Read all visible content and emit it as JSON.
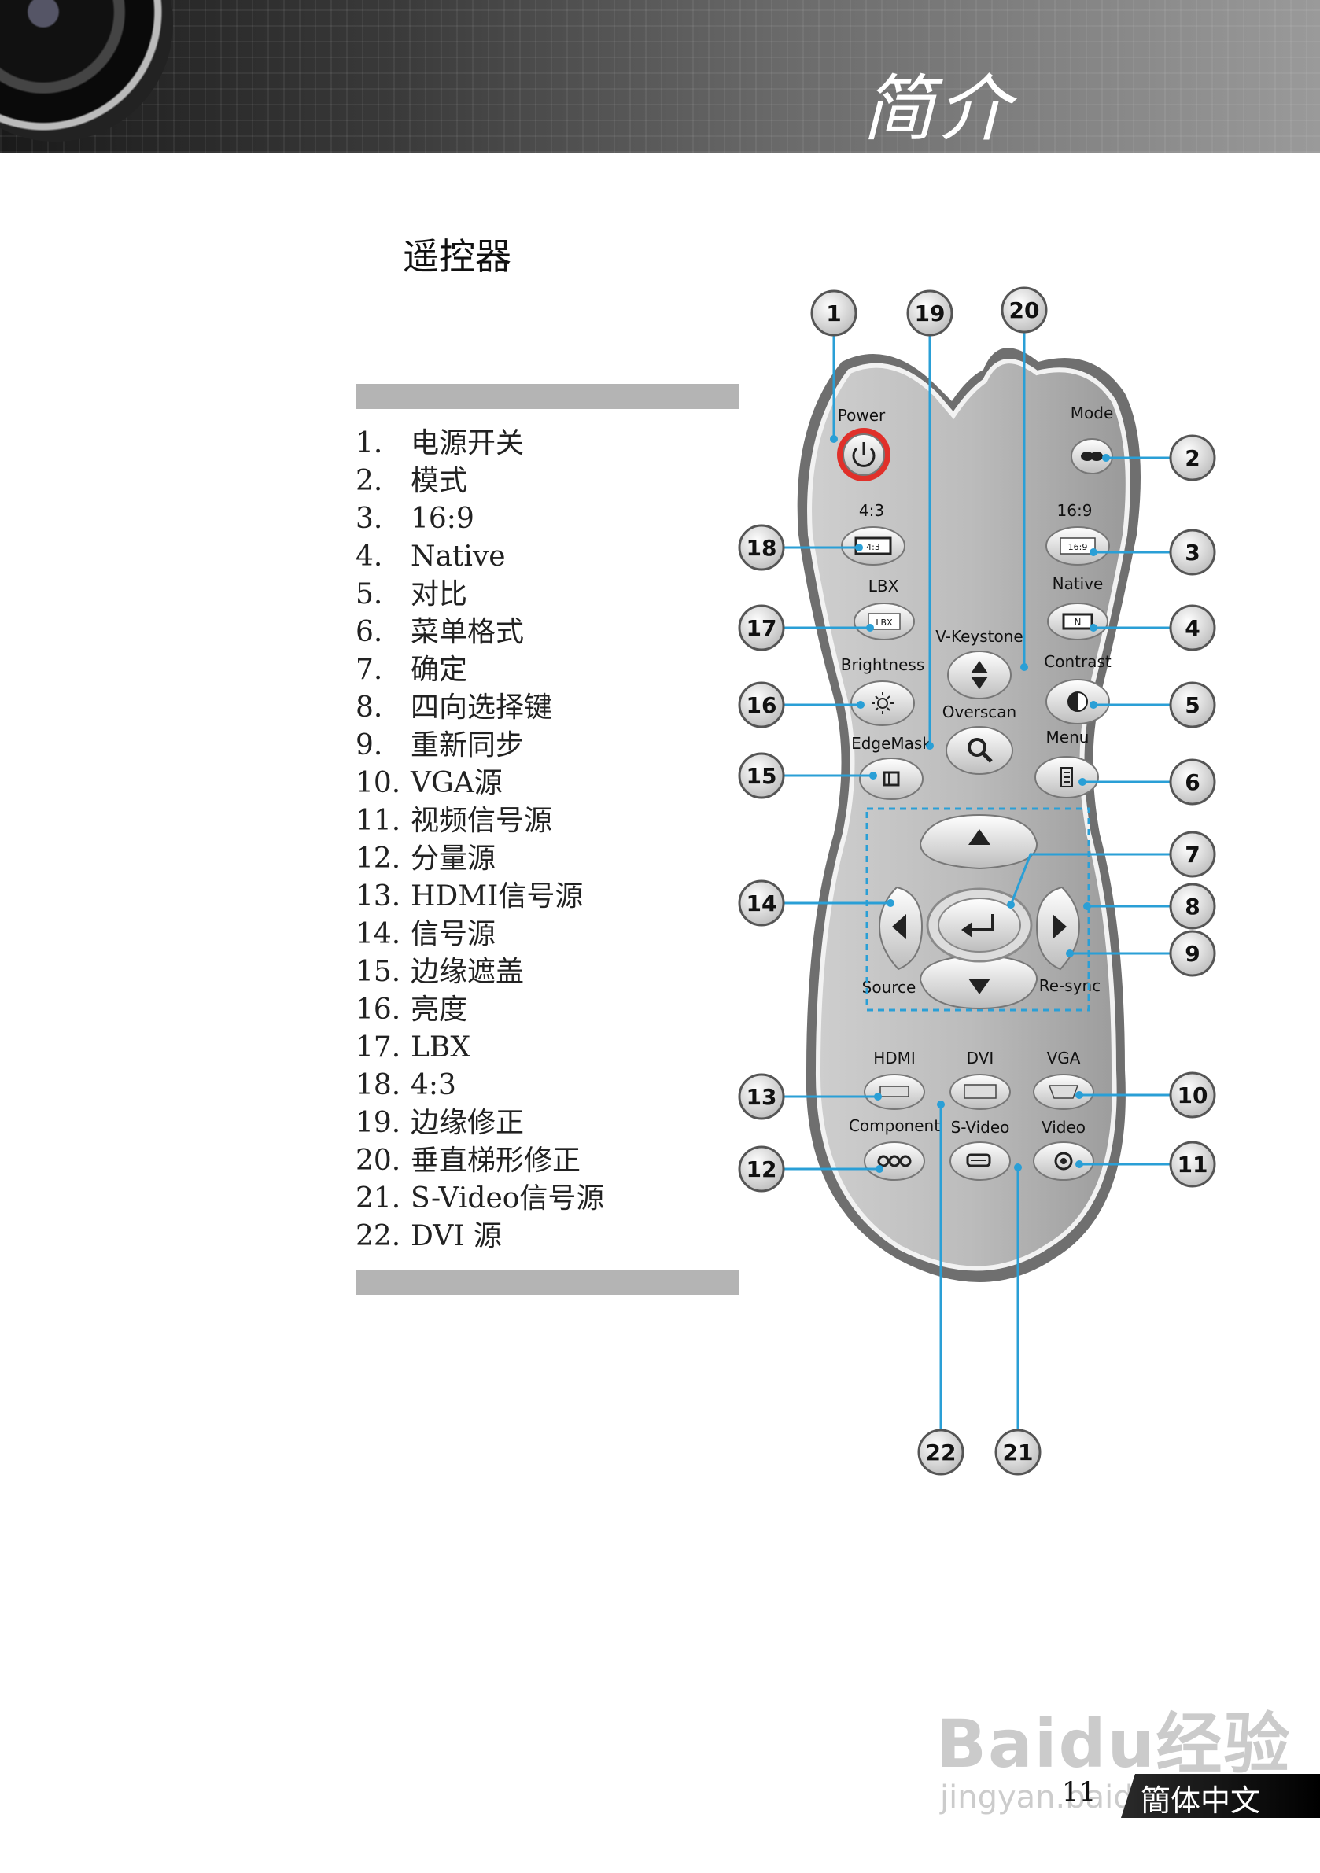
{
  "header": {
    "title": "简介"
  },
  "section": {
    "heading": "遥控器"
  },
  "items": [
    {
      "num": "1.",
      "label": "电源开关"
    },
    {
      "num": "2.",
      "label": "模式"
    },
    {
      "num": "3.",
      "label": "16:9"
    },
    {
      "num": "4.",
      "label": "Native"
    },
    {
      "num": "5.",
      "label": "对比"
    },
    {
      "num": "6.",
      "label": "菜单格式"
    },
    {
      "num": "7.",
      "label": "确定"
    },
    {
      "num": "8.",
      "label": "四向选择键"
    },
    {
      "num": "9.",
      "label": "重新同步"
    },
    {
      "num": "10.",
      "label": "VGA源"
    },
    {
      "num": "11.",
      "label": "视频信号源"
    },
    {
      "num": "12.",
      "label": "分量源"
    },
    {
      "num": "13.",
      "label": "HDMI信号源"
    },
    {
      "num": "14.",
      "label": "信号源"
    },
    {
      "num": "15.",
      "label": "边缘遮盖"
    },
    {
      "num": "16.",
      "label": "亮度"
    },
    {
      "num": "17.",
      "label": "LBX"
    },
    {
      "num": "18.",
      "label": "4:3"
    },
    {
      "num": "19.",
      "label": "边缘修正"
    },
    {
      "num": "20.",
      "label": "垂直梯形修正"
    },
    {
      "num": "21.",
      "label": "S-Video信号源"
    },
    {
      "num": "22.",
      "label": "DVI 源"
    }
  ],
  "remote": {
    "button_labels": {
      "power": "Power",
      "mode": "Mode",
      "ratio_43": "4:3",
      "ratio_169": "16:9",
      "ratio_43_icon": "4:3",
      "ratio_169_icon": "16:9",
      "lbx": "LBX",
      "lbx_icon": "LBX",
      "native": "Native",
      "native_icon": "N",
      "vkeystone": "V-Keystone",
      "brightness": "Brightness",
      "contrast": "Contrast",
      "overscan": "Overscan",
      "edgemask": "EdgeMask",
      "menu": "Menu",
      "source": "Source",
      "resync": "Re-sync",
      "hdmi": "HDMI",
      "dvi": "DVI",
      "vga": "VGA",
      "component": "Component",
      "svideo": "S-Video",
      "video": "Video"
    },
    "callouts": {
      "c1": "1",
      "c2": "2",
      "c3": "3",
      "c4": "4",
      "c5": "5",
      "c6": "6",
      "c7": "7",
      "c8": "8",
      "c9": "9",
      "c10": "10",
      "c11": "11",
      "c12": "12",
      "c13": "13",
      "c14": "14",
      "c15": "15",
      "c16": "16",
      "c17": "17",
      "c18": "18",
      "c19": "19",
      "c20": "20",
      "c21": "21",
      "c22": "22"
    },
    "colors": {
      "callout_line": "#2a9fd6",
      "body": "#b9b9b9",
      "power_ring": "#e0302a"
    }
  },
  "footer": {
    "page_number": "11",
    "language_tab": "簡体中文",
    "watermark": "Baidu经验",
    "watermark_sub": "jingyan.baidu.com"
  }
}
